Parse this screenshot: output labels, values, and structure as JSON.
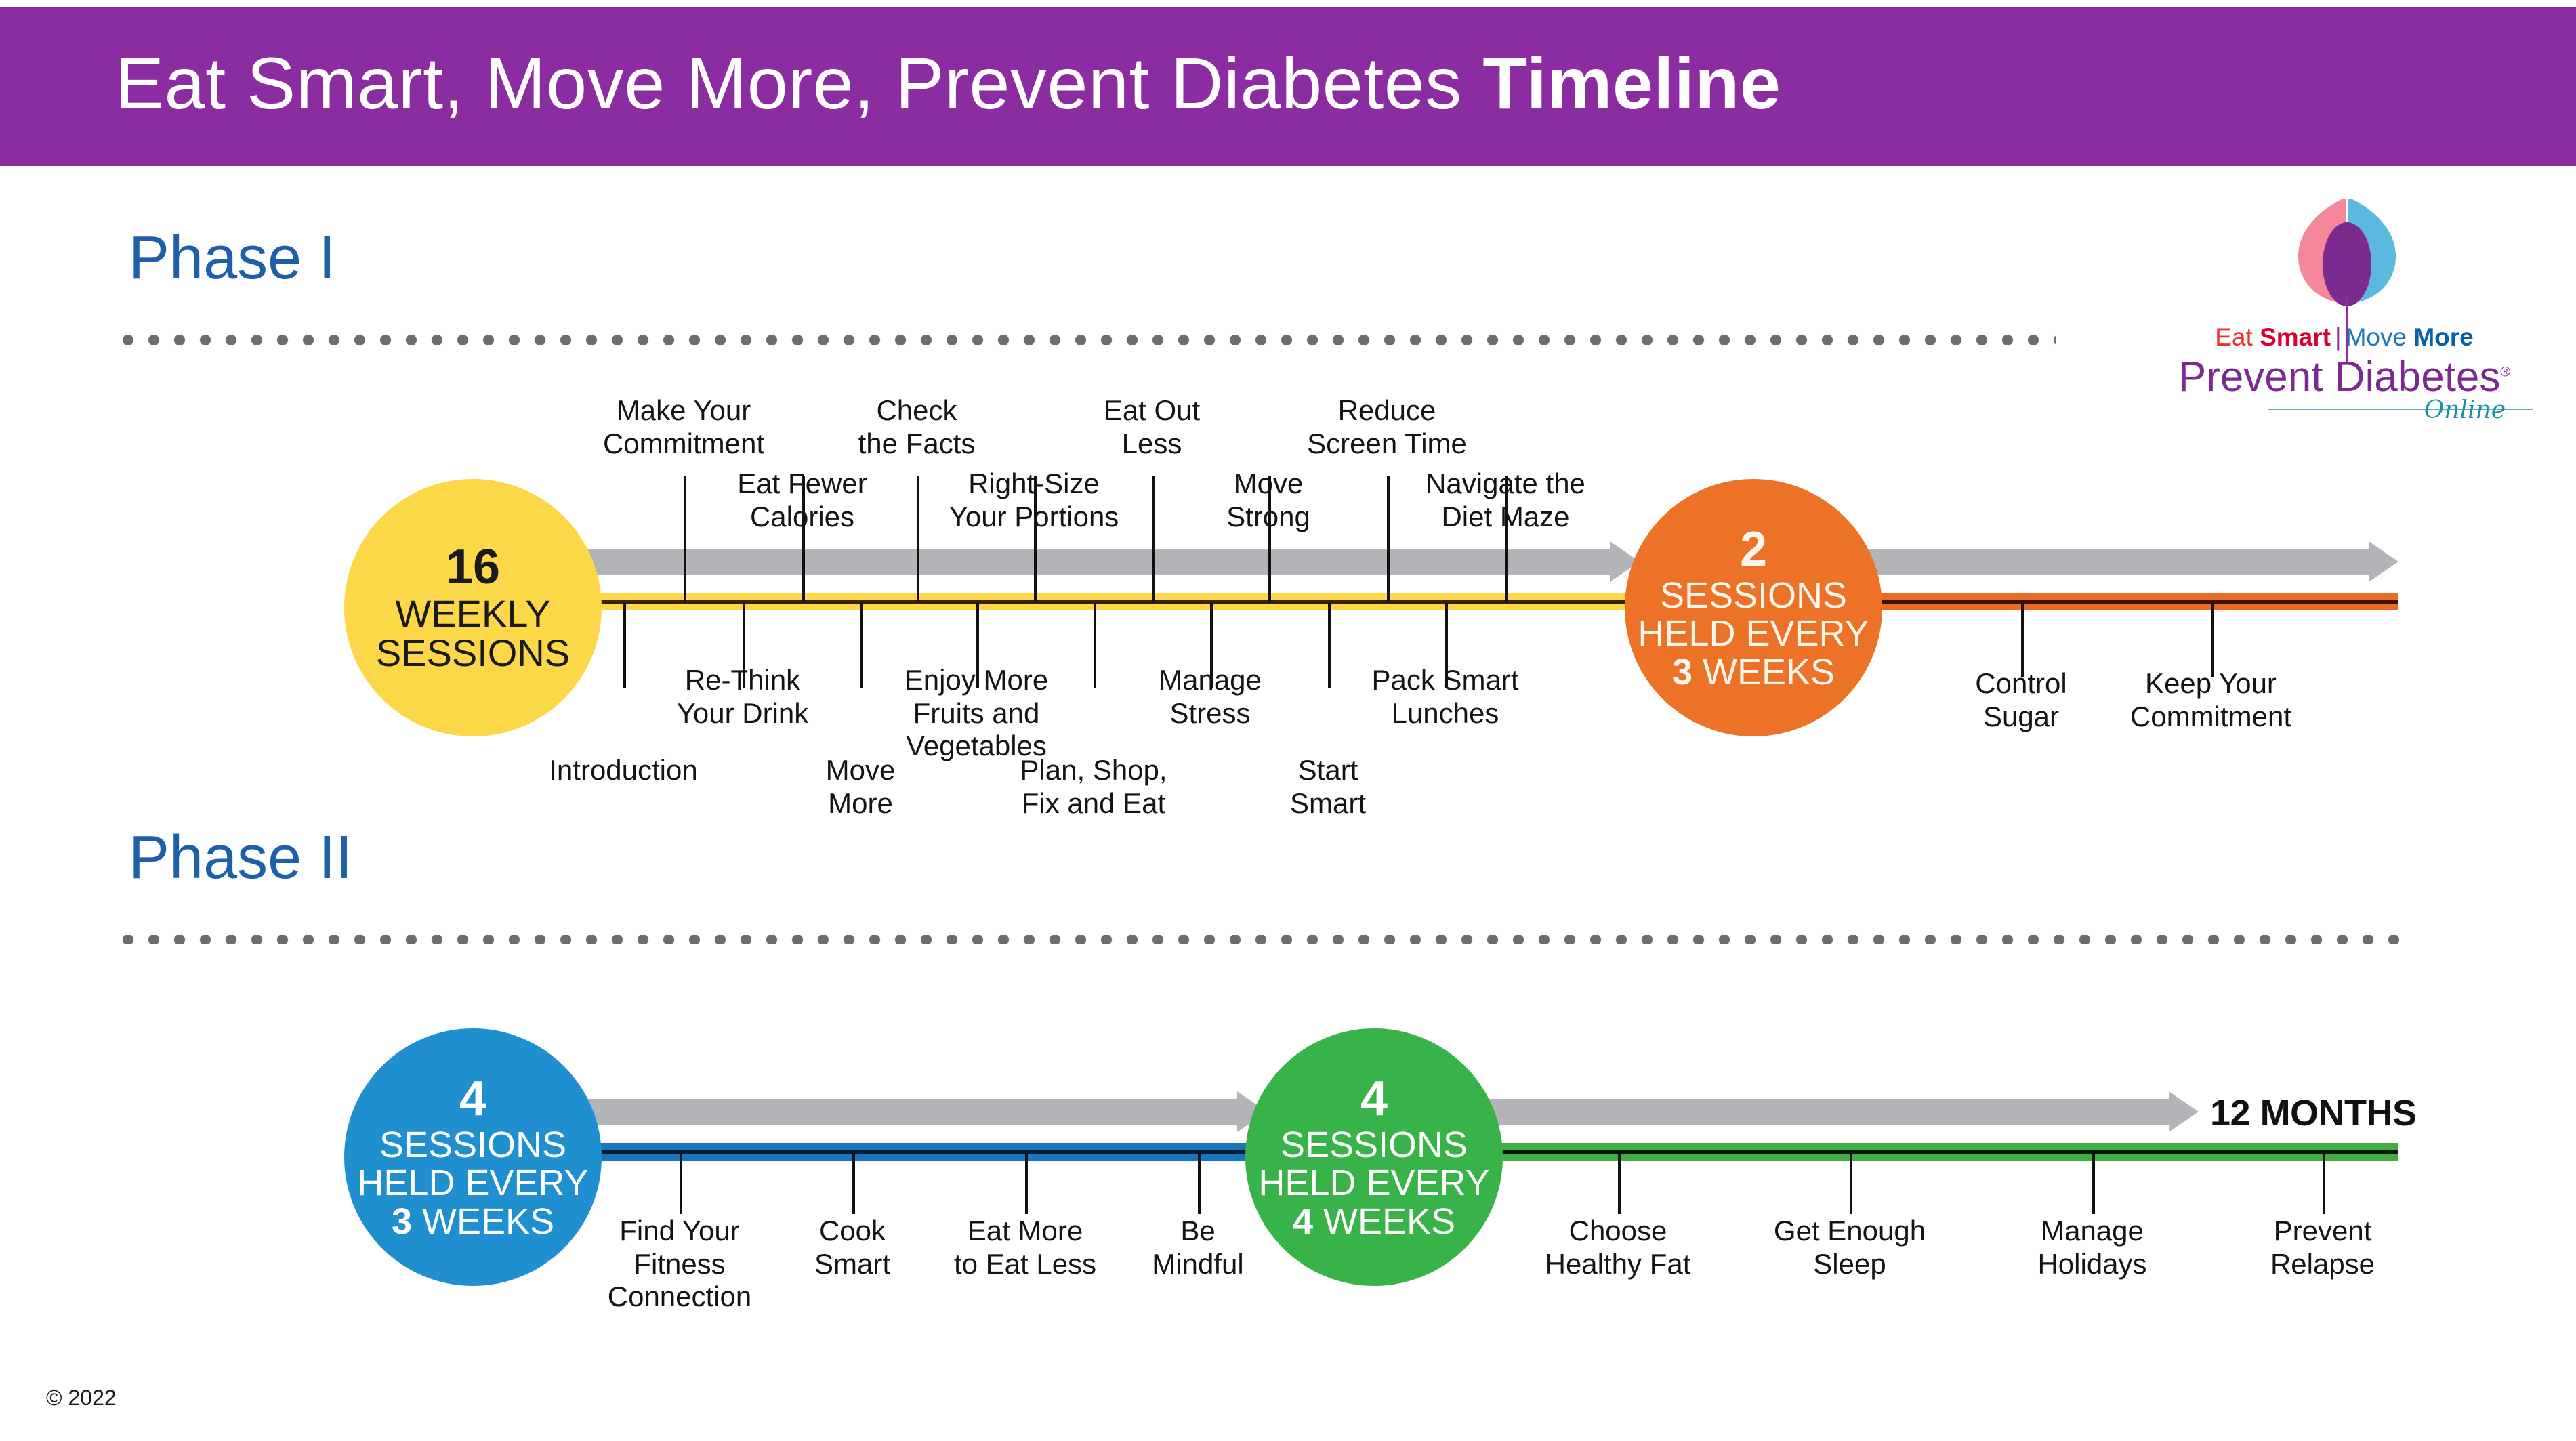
{
  "header": {
    "title_light": "Eat Smart, Move More, Prevent Diabetes ",
    "title_bold": "Timeline",
    "bg_color": "#8B2DA0"
  },
  "logo": {
    "tagline_eat": "Eat ",
    "tagline_smart": "Smart",
    "tagline_divider": "|",
    "tagline_move": "Move ",
    "tagline_more": "More",
    "brand": "Prevent Diabetes",
    "brand_mark": "®",
    "online": "Online",
    "colors": {
      "petal_pink": "#F4889A",
      "petal_blue": "#5BB8E0",
      "petal_purple": "#7B2A8E",
      "eat_smart_red": "#E8332A",
      "move_more_blue": "#1B75BB",
      "brand_purple": "#7B2A8E",
      "online_teal": "#1F8FA6"
    }
  },
  "phase1": {
    "heading": "Phase I",
    "start_node": {
      "number": "16",
      "line1": "WEEKLY",
      "line2": "SESSIONS",
      "color": "#FCD747",
      "text_color": "#1a1a1a"
    },
    "mid_node": {
      "number": "2",
      "line1": "SESSIONS",
      "line2": "HELD EVERY",
      "line3_num": "3",
      "line3_rest": " WEEKS",
      "color": "#EC7228",
      "text_color": "#FFF7EC"
    },
    "bar_color": "#FCD747",
    "bar_line_color": "#3B2008",
    "bar2_color": "#EC6B21",
    "bar2_line_color": "#3B1208",
    "arrow_color": "#B3B4B8",
    "sessions_above": [
      "Make Your\nCommitment",
      "Check\nthe Facts",
      "Eat Out\nLess",
      "Reduce\nScreen Time"
    ],
    "sessions_above_row2": [
      "Eat Fewer\nCalories",
      "Right-Size\nYour Portions",
      "Move\nStrong",
      "Navigate the\nDiet Maze"
    ],
    "sessions_below_row1": [
      "Re-Think\nYour Drink",
      "Enjoy More\nFruits and\nVegetables",
      "Manage\nStress",
      "Pack Smart\nLunches"
    ],
    "sessions_below_row2": [
      "Introduction",
      "Move\nMore",
      "Plan, Shop,\nFix and Eat",
      "Start\nSmart"
    ],
    "sessions_after_node": [
      "Control\nSugar",
      "Keep Your\nCommitment"
    ]
  },
  "phase2": {
    "heading": "Phase II",
    "start_node": {
      "number": "4",
      "line1": "SESSIONS",
      "line2": "HELD EVERY",
      "line3_num": "3",
      "line3_rest": " WEEKS",
      "color": "#1F8FCF",
      "text_color": "#ffffff"
    },
    "mid_node": {
      "number": "4",
      "line1": "SESSIONS",
      "line2": "HELD EVERY",
      "line3_num": "4",
      "line3_rest": " WEEKS",
      "color": "#38B34A",
      "text_color": "#ffffff"
    },
    "bar_color": "#1776BC",
    "bar_line_color": "#061A33",
    "bar2_color": "#3FAE49",
    "bar2_line_color": "#061A0C",
    "arrow_color": "#B3B4B8",
    "end_label": "12 MONTHS",
    "sessions_before_node": [
      "Find Your\nFitness\nConnection",
      "Cook\nSmart",
      "Eat More\nto Eat Less",
      "Be\nMindful"
    ],
    "sessions_after_node": [
      "Choose\nHealthy Fat",
      "Get Enough\nSleep",
      "Manage\nHolidays",
      "Prevent\nRelapse"
    ]
  },
  "footer": {
    "copyright": "© 2022"
  },
  "chart_data": {
    "type": "table",
    "title": "Eat Smart, Move More, Prevent Diabetes Timeline",
    "phases": [
      {
        "name": "Phase I",
        "cadence": "16 weekly sessions, then 2 sessions held every 3 weeks",
        "sessions_in_order": [
          "Introduction",
          "Make Your Commitment",
          "Re-Think Your Drink",
          "Eat Fewer Calories",
          "Move More",
          "Check the Facts",
          "Enjoy More Fruits and Vegetables",
          "Right-Size Your Portions",
          "Plan, Shop, Fix and Eat",
          "Eat Out Less",
          "Manage Stress",
          "Move Strong",
          "Start Smart",
          "Reduce Screen Time",
          "Pack Smart Lunches",
          "Navigate the Diet Maze",
          "Control Sugar",
          "Keep Your Commitment"
        ]
      },
      {
        "name": "Phase II",
        "cadence": "4 sessions held every 3 weeks, then 4 sessions held every 4 weeks, total 12 months",
        "sessions_in_order": [
          "Find Your Fitness Connection",
          "Cook Smart",
          "Eat More to Eat Less",
          "Be Mindful",
          "Choose Healthy Fat",
          "Get Enough Sleep",
          "Manage Holidays",
          "Prevent Relapse"
        ]
      }
    ]
  }
}
